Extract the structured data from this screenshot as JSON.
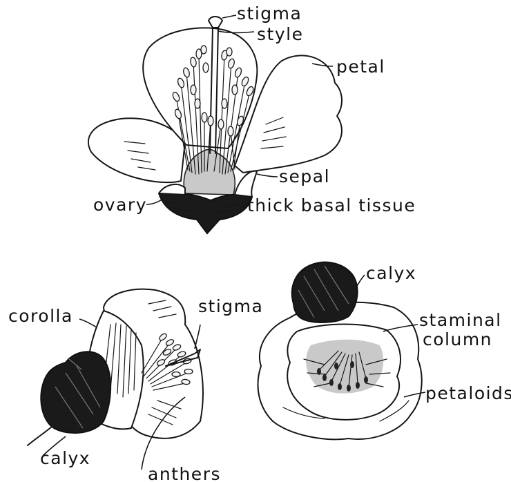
{
  "figure": {
    "top_flower": {
      "labels": {
        "stigma": "stigma",
        "style": "style",
        "petal": "petal",
        "sepal": "sepal",
        "ovary": "ovary",
        "thick_basal_tissue": "thick basal tissue"
      }
    },
    "side_flower": {
      "labels": {
        "corolla": "corolla",
        "stigma": "stigma",
        "calyx": "calyx",
        "anthers": "anthers"
      }
    },
    "front_flower": {
      "labels": {
        "calyx": "calyx",
        "staminal_column_line1": "staminal",
        "staminal_column_line2": "column",
        "petaloids": "petaloids"
      }
    }
  }
}
